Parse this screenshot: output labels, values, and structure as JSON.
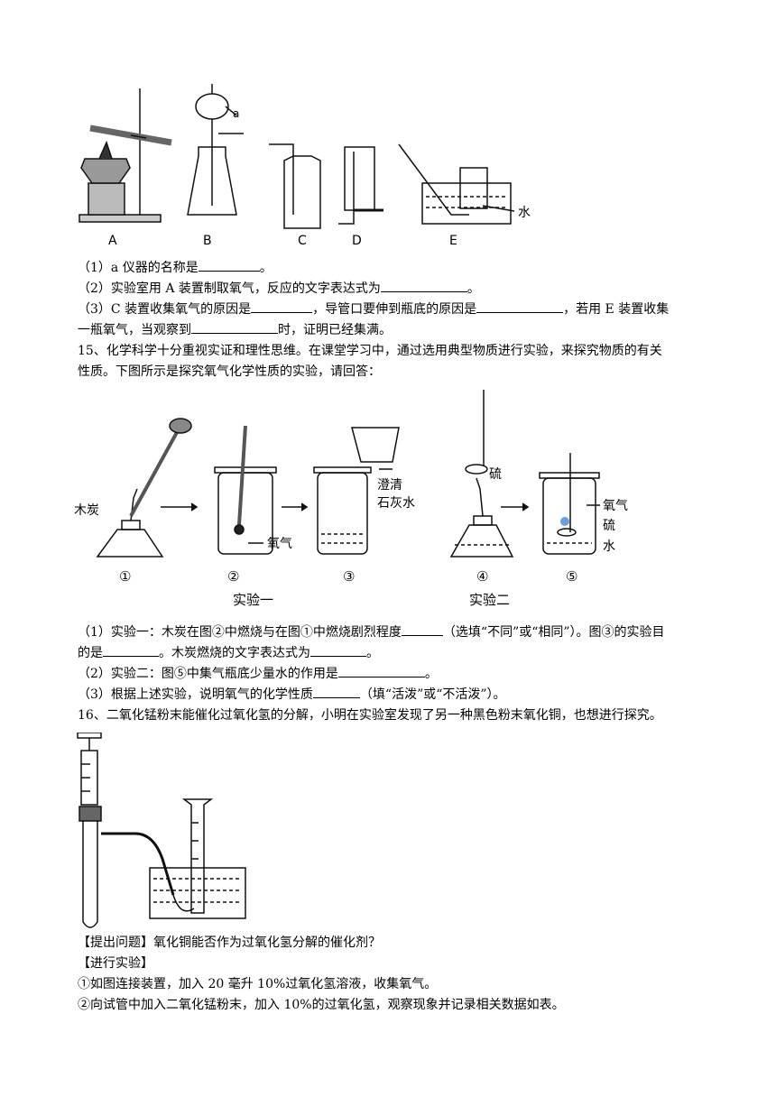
{
  "fig1": {
    "labels": [
      "A",
      "B",
      "C",
      "D",
      "E"
    ],
    "label_a": "a",
    "label_water": "水"
  },
  "q14": {
    "p1": "（1）a 仪器的名称是",
    "p1_end": "。",
    "p2": "（2）实验室用 A 装置制取氧气，反应的文字表达式为",
    "p2_end": "。",
    "p3a": "（3）C 装置收集氧气的原因是",
    "p3b": "，导管口要伸到瓶底的原因是",
    "p3c": "，若用 E 装置收集",
    "p3d": "一瓶氧气，当观察到",
    "p3e": "时，证明已经集满。"
  },
  "q15": {
    "intro1": "15、化学科学十分重视实证和理性思维。在课堂学习中，通过选用典型物质进行实验，来探究物质的有关",
    "intro2": "性质。下图所示是探究氧气化学性质的实验，请回答：",
    "p1a": "（1）实验一：木炭在图②中燃烧与在图①中燃烧剧烈程度",
    "p1b": "（选填“不同”或“相同”）。图③的实验目",
    "p1c": "的是",
    "p1d": "。木炭燃烧的文字表达式为",
    "p1e": "。",
    "p2a": "（2）实验二：图⑤中集气瓶底少量水的作用是",
    "p2b": "。",
    "p3a": "（3）根据上述实验，说明氧气的化学性质",
    "p3b": "（填“活泼”或“不活泼”）。"
  },
  "fig2": {
    "charcoal": "木炭",
    "oxygen1": "氧气",
    "limewater1": "澄清",
    "limewater2": "石灰水",
    "sulfur1": "硫",
    "oxygen2": "氧气",
    "sulfur2": "硫",
    "water": "水",
    "n1": "①",
    "n2": "②",
    "n3": "③",
    "n4": "④",
    "n5": "⑤",
    "exp1": "实验一",
    "exp2": "实验二"
  },
  "q16": {
    "intro": "16、二氧化锰粉末能催化过氧化氢的分解，小明在实验室发现了另一种黑色粉末氧化铜，也想进行探究。",
    "question": "【提出问题】氧化铜能否作为过氧化氢分解的催化剂？",
    "experiment": "【进行实验】",
    "step1": "①如图连接装置，加入 20 毫升 10%过氧化氢溶液，收集氧气。",
    "step2": "②向试管中加入二氧化锰粉末，加入 10%的过氧化氢，观察现象并记录相关数据如表。"
  }
}
